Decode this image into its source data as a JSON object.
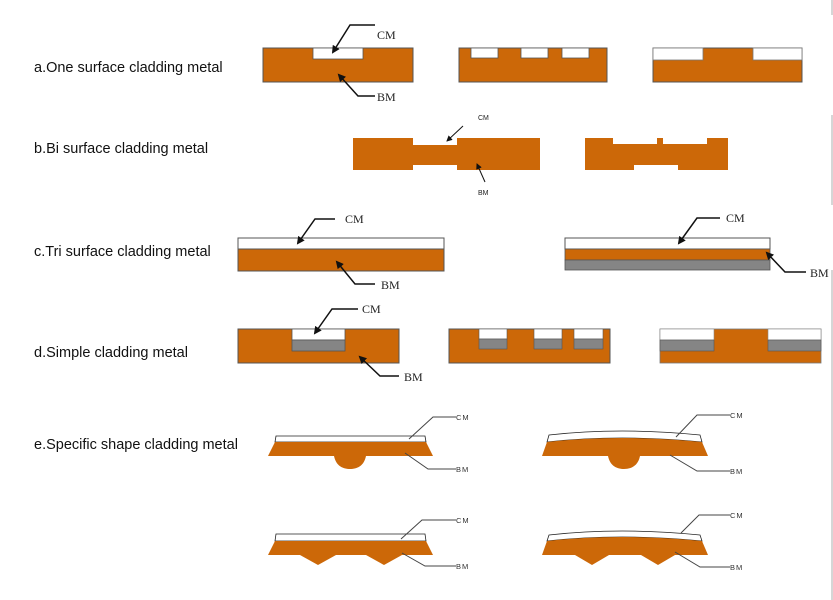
{
  "colors": {
    "base_metal": "#CC6808",
    "cladding_metal": "#FFFFFF",
    "intermediate_layer": "#808080",
    "outline": "#444444",
    "leader": "#111111"
  },
  "rows": [
    {
      "id": "a",
      "label": "a.One surface cladding metal",
      "cm_label": "CM",
      "bm_label": "BM"
    },
    {
      "id": "b",
      "label": "b.Bi surface cladding metal",
      "cm_label": "CM",
      "bm_label": "BM"
    },
    {
      "id": "c",
      "label": "c.Tri surface cladding metal",
      "cm_label": "CM",
      "bm_label": "BM",
      "cm_label_2": "CM",
      "bm_label_2": "BM"
    },
    {
      "id": "d",
      "label": "d.Simple cladding metal",
      "cm_label": "CM",
      "bm_label": "BM"
    },
    {
      "id": "e",
      "label": "e.Specific shape cladding metal",
      "cm_label": "CM",
      "bm_label": "BM",
      "cm_label_2": "CM",
      "bm_label_2": "BM",
      "cm_label_3": "CM",
      "bm_label_3": "BM",
      "cm_label_4": "CM",
      "bm_label_4": "BM"
    }
  ]
}
